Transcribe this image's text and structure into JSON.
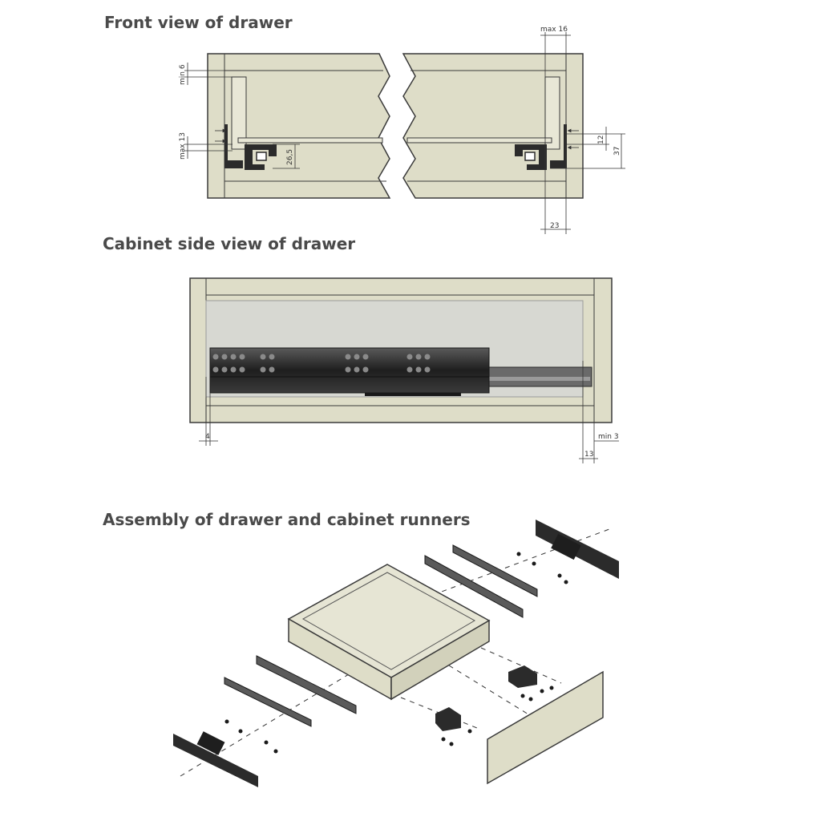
{
  "titles": {
    "front": "Front view of drawer",
    "side": "Cabinet side view of drawer",
    "assembly": "Assembly of drawer and cabinet runners"
  },
  "front_dims": {
    "min6": "min 6",
    "max13": "max 13",
    "d265": "26,5",
    "max16": "max 16",
    "d12": "12",
    "d37": "37",
    "d23": "23"
  },
  "side_dims": {
    "d4": "4",
    "min3": "min 3",
    "d13": "13"
  },
  "colors": {
    "panel": "#deddc8",
    "outline": "#3a3a3a",
    "runner": "#2b2b2b",
    "title": "#4a4a4a"
  }
}
